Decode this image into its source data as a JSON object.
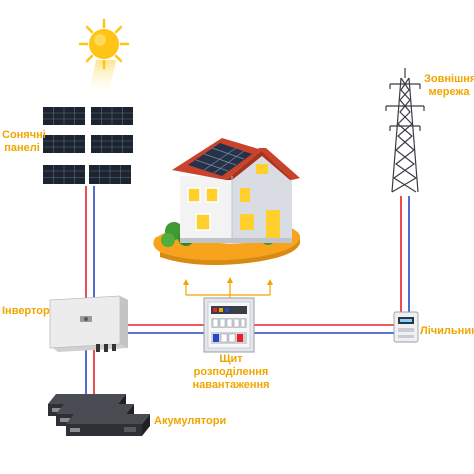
{
  "labels": {
    "solar_panels": "Сонячні\nпанелі",
    "grid": "Зовнішня\nмережа",
    "inverter": "Інвертор",
    "distribution_board": "Щит\nрозподілення\nнавантаження",
    "meter": "Лічильник",
    "batteries": "Акумулятори"
  },
  "colors": {
    "label_text": "#f0a500",
    "positive_line": "#e8202a",
    "negative_line": "#2747c9",
    "house_arrows": "#f0a500",
    "sun": "#ffc414",
    "house_base": "#f7a31c",
    "panel": "#1c2430",
    "inverter_body": "#ececec",
    "battery_body": "#2f3036"
  },
  "icons": [
    "sun-icon",
    "solar-panel-icon",
    "house-icon",
    "pylon-icon",
    "inverter-icon",
    "distribution-board-icon",
    "meter-icon",
    "battery-icon"
  ]
}
